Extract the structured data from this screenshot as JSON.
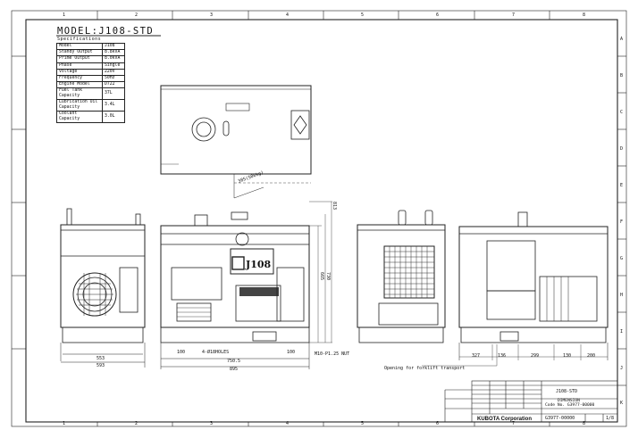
{
  "drawing": {
    "title": "MODEL:J108-STD",
    "spec_header": "Specifications",
    "specifications": [
      {
        "key": "Model",
        "value": "J108"
      },
      {
        "key": "Standy Output",
        "value": "8.8kVA"
      },
      {
        "key": "Prime Output",
        "value": "8.0kVA"
      },
      {
        "key": "Phase",
        "value": "Single"
      },
      {
        "key": "Voltage",
        "value": "220V"
      },
      {
        "key": "Frequency",
        "value": "50Hz"
      },
      {
        "key": "Engine Model",
        "value": "D722"
      },
      {
        "key": "Fuel Tank Capacity",
        "value": "37L"
      },
      {
        "key": "Lubrication Oil Capacity",
        "value": "3.4L"
      },
      {
        "key": "Coolant Capacity",
        "value": "3.0L"
      }
    ],
    "badge": "J108",
    "dimensions": {
      "front_553": "553",
      "front_593": "593",
      "side_100": "100",
      "side_holes": "4-Ø18HOLES",
      "side_750": "750.5",
      "side_895": "895",
      "side_100b": "100",
      "side_nut": "M10-P1.25 NUT",
      "rear_327": "327",
      "rear_136": "136",
      "rear_299": "299",
      "rear_130": "130",
      "rear_200": "200",
      "v_813": "813",
      "v_730": "730",
      "v_665": "665",
      "cg": "385(500kg)"
    },
    "note": "Opening for forklift transport",
    "title_block": {
      "model": "J108-STD",
      "doc": "DIMENSION",
      "code": "Code No. G3977-00000",
      "company": "KUBOTA Corporation",
      "number": "G3977-00000",
      "scale": "1/8"
    },
    "ruler_top": [
      "1",
      "2",
      "3",
      "4",
      "5",
      "6",
      "7",
      "8"
    ],
    "ruler_side": [
      "A",
      "B",
      "C",
      "D",
      "E",
      "F",
      "G",
      "H",
      "I",
      "J",
      "K"
    ]
  }
}
